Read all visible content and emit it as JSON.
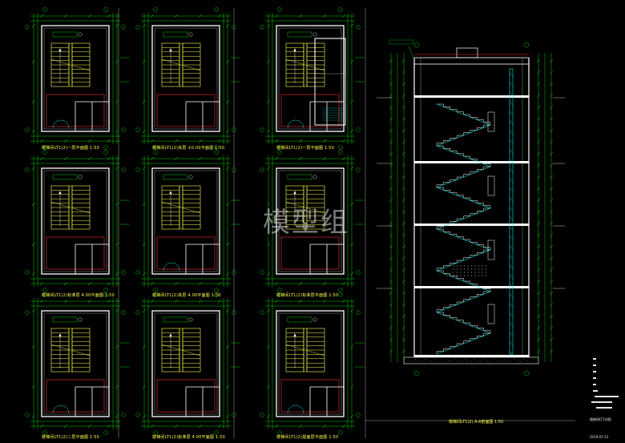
{
  "watermark": "模型组",
  "plans": [
    {
      "title": "楼梯间LT1(2)一层平面图 1:50"
    },
    {
      "title": "楼梯间LT1(2)夹层 ±0.00平面图 1:50"
    },
    {
      "title": "楼梯间LT1(2)一层平面图 1:50"
    },
    {
      "title": "楼梯间LT1(2)标准层 4.00平面图 1:50"
    },
    {
      "title": "楼梯间LT1(2)夹层 4.00平面图 1:50"
    },
    {
      "title": "楼梯间LT1(2)标准层平面图 1:50"
    },
    {
      "title": "楼梯间LT1(2)二层平面图 1:50"
    },
    {
      "title": "楼梯间LT1(2)标准层 4.00平面图 1:50"
    },
    {
      "title": "楼梯间LT1(2)屋面层平面图 1:50"
    }
  ],
  "section": {
    "title": "楼梯间LT1(2) A-A剖面图 1:50"
  },
  "title_block": {
    "drawing_name": "楼梯间LT1详图",
    "code": "2019-07-23"
  },
  "colors": {
    "background": "#000000",
    "dim": "#00ff00",
    "wall": "#ffffff",
    "stair": "#ffff4d",
    "hatch": "#00e5e5",
    "red": "#ff3030"
  }
}
